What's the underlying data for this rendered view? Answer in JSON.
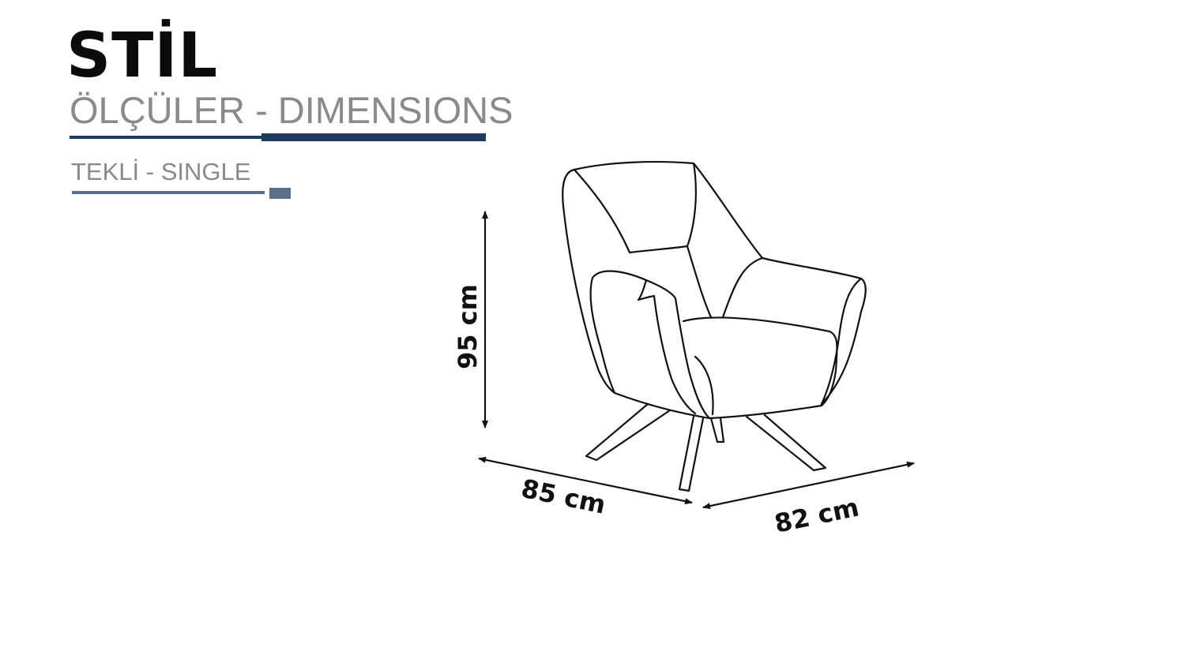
{
  "header": {
    "title": "STİL",
    "subtitle": "ÖLÇÜLER - DIMENSIONS",
    "type_label": "TEKLİ - SINGLE"
  },
  "dimensions": {
    "height": "95 cm",
    "width": "85 cm",
    "depth": "82 cm"
  },
  "colors": {
    "accent": "#1e3b62",
    "accent_secondary": "#5a6f8c",
    "text_gray": "#8a8a8a",
    "line": "#111111"
  }
}
